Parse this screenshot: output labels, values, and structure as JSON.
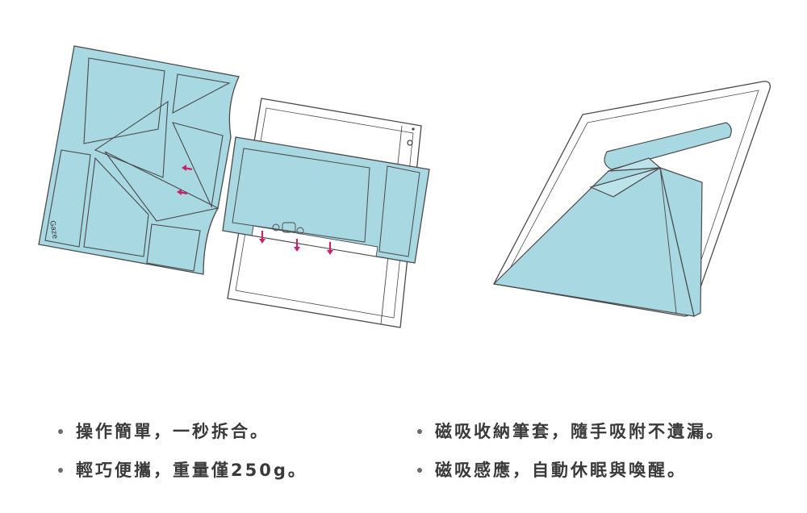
{
  "colors": {
    "case_fill": "#a8d8e2",
    "outline": "#4a4a4a",
    "arrow": "#c7226b",
    "text": "#3a3a3a"
  },
  "illustration": {
    "brand_mark": "Gaze"
  },
  "features": [
    {
      "text": "操作簡單，一秒拆合。"
    },
    {
      "text": "輕巧便攜，重量僅250g。"
    },
    {
      "text": "磁吸收納筆套，隨手吸附不遺漏。"
    },
    {
      "text": "磁吸感應，自動休眠與喚醒。"
    }
  ]
}
